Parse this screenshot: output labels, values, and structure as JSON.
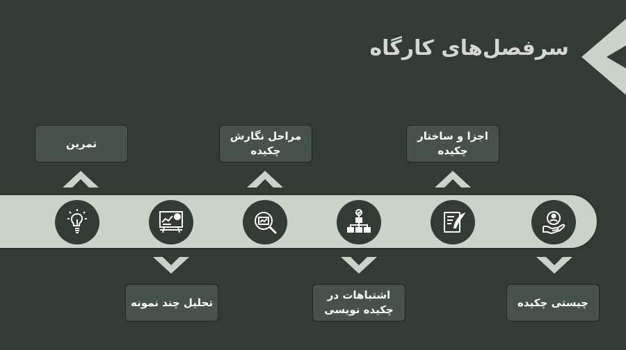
{
  "page_title": "سرفصل‌های کارگاه",
  "colors": {
    "background": "#323b34",
    "band": "#cbd3c8",
    "box": "#46524a",
    "chevron": "#cbd3c8"
  },
  "topics": [
    {
      "label": "چیستی چکیده",
      "icon": "hand-with-person-icon",
      "position": "below"
    },
    {
      "label": "اجزا و ساختار چکیده",
      "icon": "document-and-quill-icon",
      "position": "above"
    },
    {
      "label": "اشتباهات در چکیده نویسی",
      "icon": "hierarchy-check-icon",
      "position": "below"
    },
    {
      "label": "مراحل نگارش چکیده",
      "icon": "magnifier-chart-icon",
      "position": "above"
    },
    {
      "label": "تحلیل چند نمونه",
      "icon": "presentation-board-icon",
      "position": "below"
    },
    {
      "label": "تمرین",
      "icon": "lightbulb-icon",
      "position": "above"
    }
  ]
}
